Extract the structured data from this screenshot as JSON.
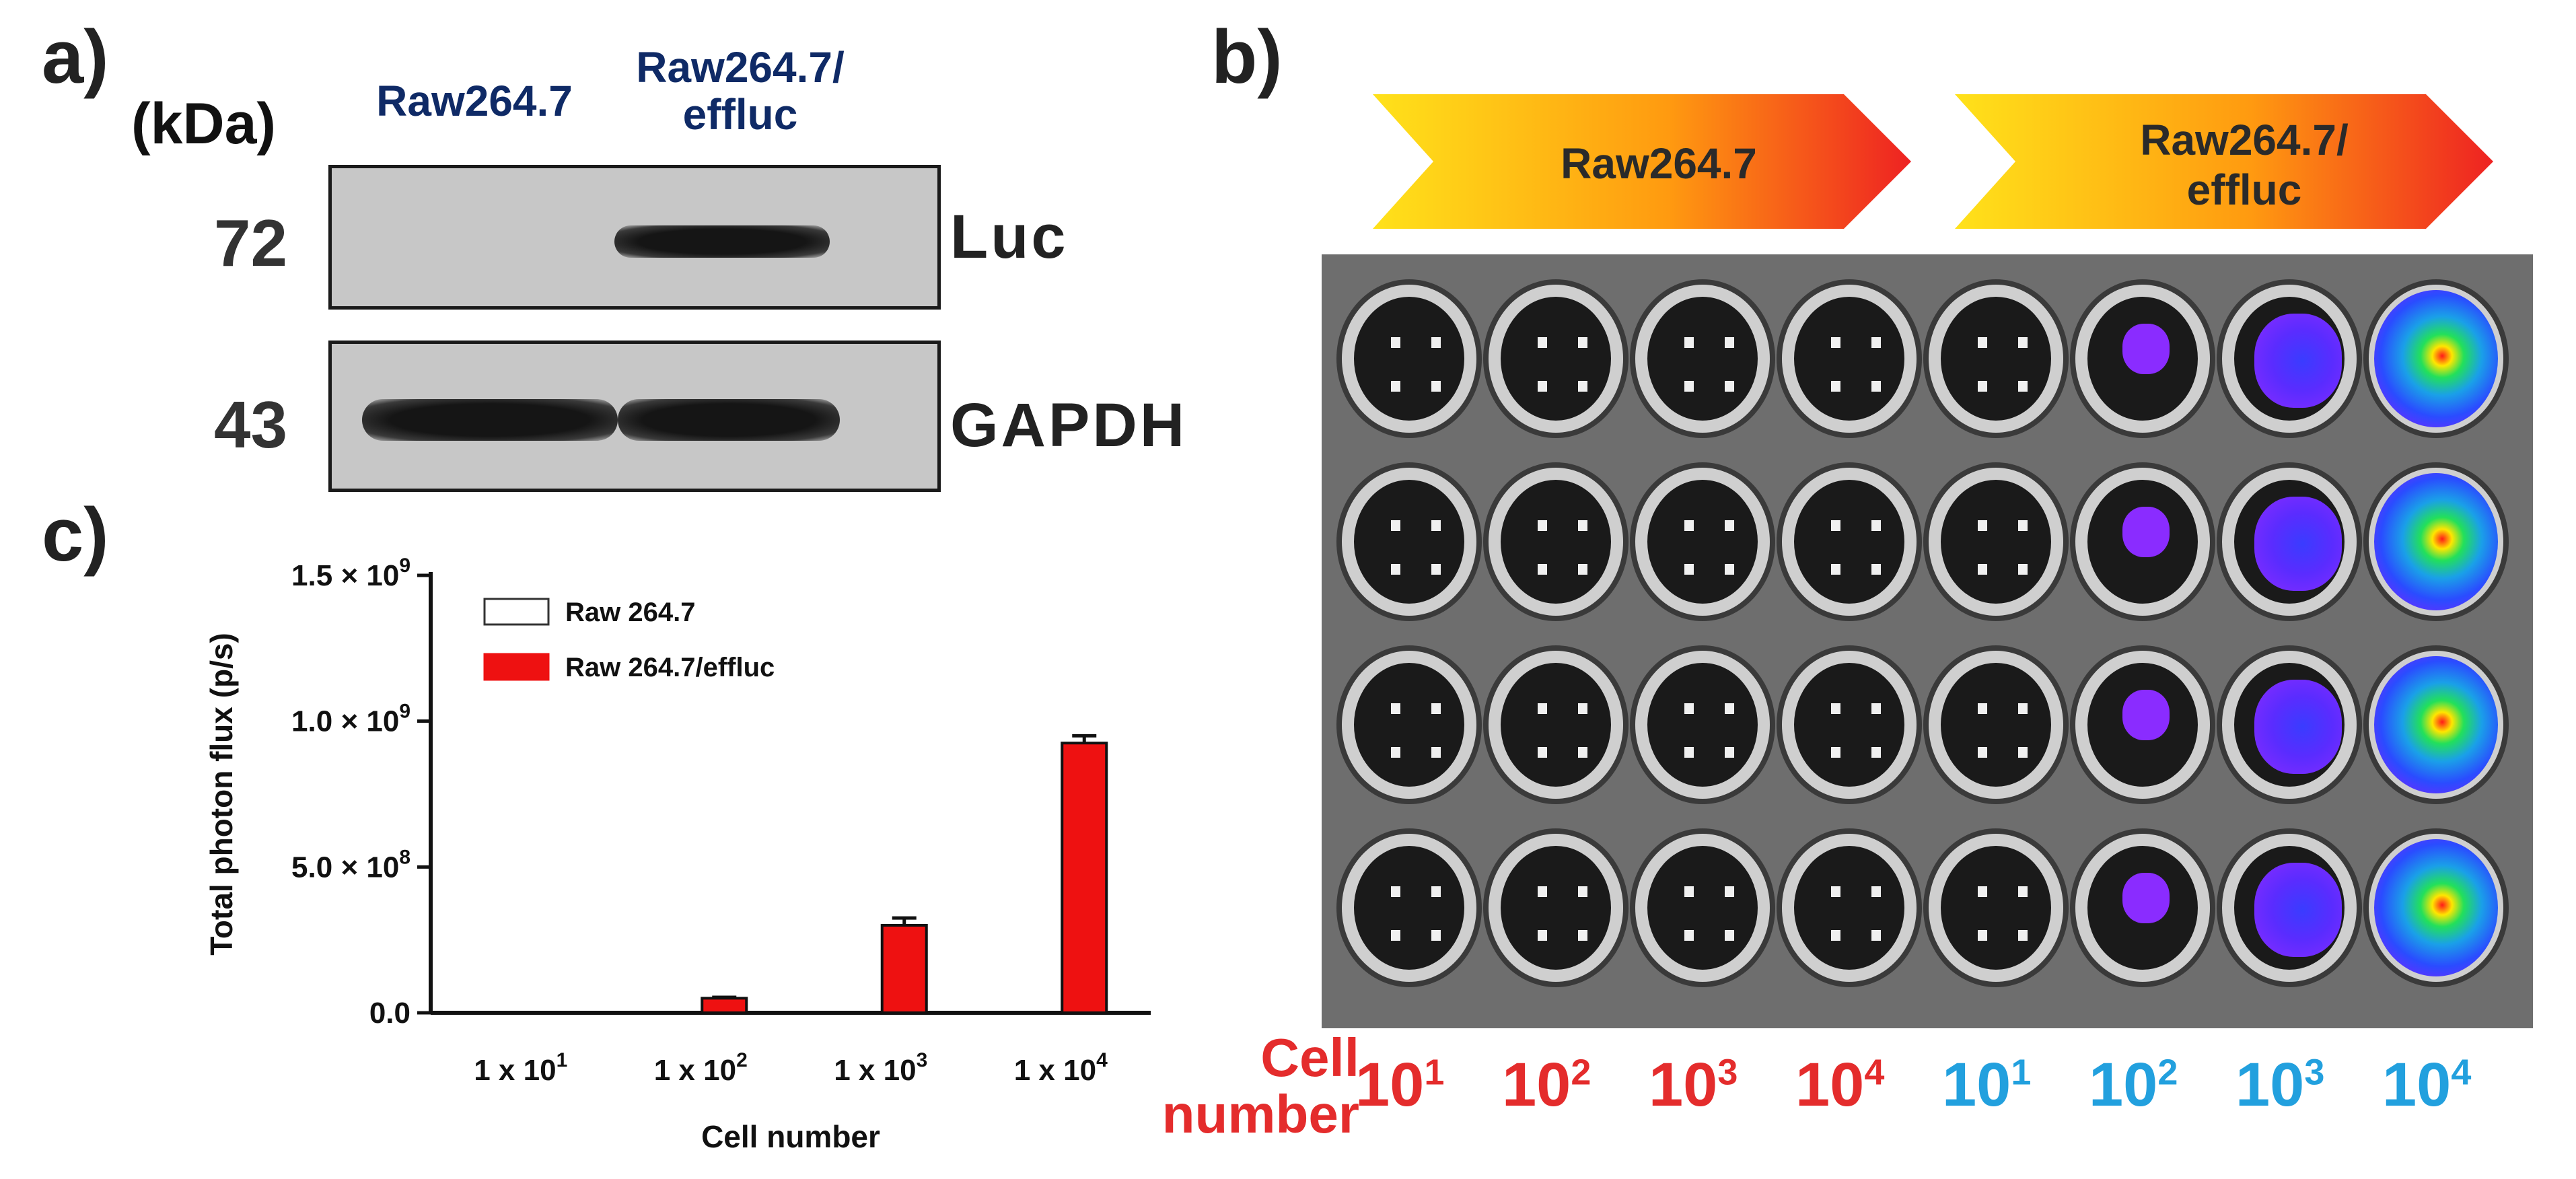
{
  "panel_labels": {
    "a": "a)",
    "b": "b)",
    "c": "c)"
  },
  "western_blot": {
    "kda_label": "(kDa)",
    "lanes": [
      "Raw264.7",
      "Raw264.7/\neffluc"
    ],
    "bands": [
      {
        "mw": "72",
        "label": "Luc"
      },
      {
        "mw": "43",
        "label": "GAPDH"
      }
    ]
  },
  "bli": {
    "groups": [
      "Raw264.7",
      "Raw264.7/\neffluc"
    ],
    "cell_number_label": "Cell\nnumber",
    "cell_numbers": [
      {
        "base": "10",
        "exp": "1",
        "group": 0
      },
      {
        "base": "10",
        "exp": "2",
        "group": 0
      },
      {
        "base": "10",
        "exp": "3",
        "group": 0
      },
      {
        "base": "10",
        "exp": "4",
        "group": 0
      },
      {
        "base": "10",
        "exp": "1",
        "group": 1
      },
      {
        "base": "10",
        "exp": "2",
        "group": 1
      },
      {
        "base": "10",
        "exp": "3",
        "group": 1
      },
      {
        "base": "10",
        "exp": "4",
        "group": 1
      }
    ],
    "colors": {
      "group0": "#e42c2c",
      "group1": "#22a0de"
    }
  },
  "chart_data": {
    "type": "bar",
    "categories": [
      "1 x 10^1",
      "1 x 10^2",
      "1 x 10^3",
      "1 x 10^4"
    ],
    "category_labels": [
      {
        "base": "1 x 10",
        "exp": "1"
      },
      {
        "base": "1 x 10",
        "exp": "2"
      },
      {
        "base": "1 x 10",
        "exp": "3"
      },
      {
        "base": "1 x 10",
        "exp": "4"
      }
    ],
    "series": [
      {
        "name": "Raw 264.7",
        "values": [
          0,
          0,
          0,
          0
        ],
        "errors": [
          0,
          0,
          0,
          0
        ],
        "color": "#ffffff"
      },
      {
        "name": "Raw 264.7/effluc",
        "values": [
          0,
          50000000,
          300000000,
          925000000
        ],
        "errors": [
          0,
          3000000,
          25000000,
          25000000
        ],
        "color": "#ee1111"
      }
    ],
    "xlabel": "Cell number",
    "ylabel": "Total photon flux (p/s)",
    "ylim": [
      0,
      1500000000
    ],
    "yticks": [
      {
        "value": 0,
        "label": "0.0"
      },
      {
        "value": 500000000,
        "label": "5.0 × 10",
        "exp": "8"
      },
      {
        "value": 1000000000,
        "label": "1.0 × 10",
        "exp": "9"
      },
      {
        "value": 1500000000,
        "label": "1.5 × 10",
        "exp": "9"
      }
    ],
    "legend_position": "top-left",
    "grid": false
  }
}
